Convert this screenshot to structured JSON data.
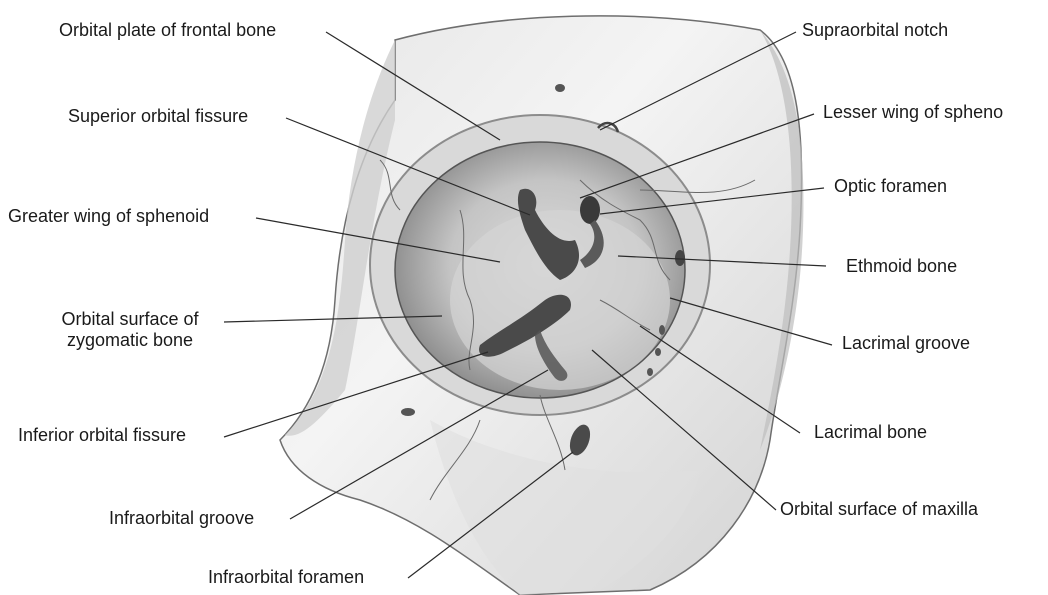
{
  "labels": {
    "orbital_plate_frontal": "Orbital plate of frontal bone",
    "supraorbital_notch": "Supraorbital notch",
    "superior_orbital_fissure": "Superior orbital fissure",
    "lesser_wing_sphenoid": "Lesser wing of spheno",
    "greater_wing_sphenoid": "Greater wing of sphenoid",
    "optic_foramen": "Optic foramen",
    "ethmoid_bone": "Ethmoid bone",
    "orbital_surface_zygomatic_line1": "Orbital surface of",
    "orbital_surface_zygomatic_line2": "zygomatic bone",
    "lacrimal_groove": "Lacrimal groove",
    "inferior_orbital_fissure": "Inferior orbital fissure",
    "lacrimal_bone": "Lacrimal bone",
    "orbital_surface_maxilla": "Orbital surface of maxilla",
    "infraorbital_groove": "Infraorbital groove",
    "infraorbital_foramen": "Infraorbital foramen"
  },
  "colors": {
    "bone_light": "#f1f1f1",
    "bone_shadow": "#bdbdbd",
    "orbit_dark": "#8a8a8a",
    "orbit_mid": "#c7c7c7",
    "fissure": "#4a4a4a",
    "leader_line": "#2a2a2a"
  }
}
